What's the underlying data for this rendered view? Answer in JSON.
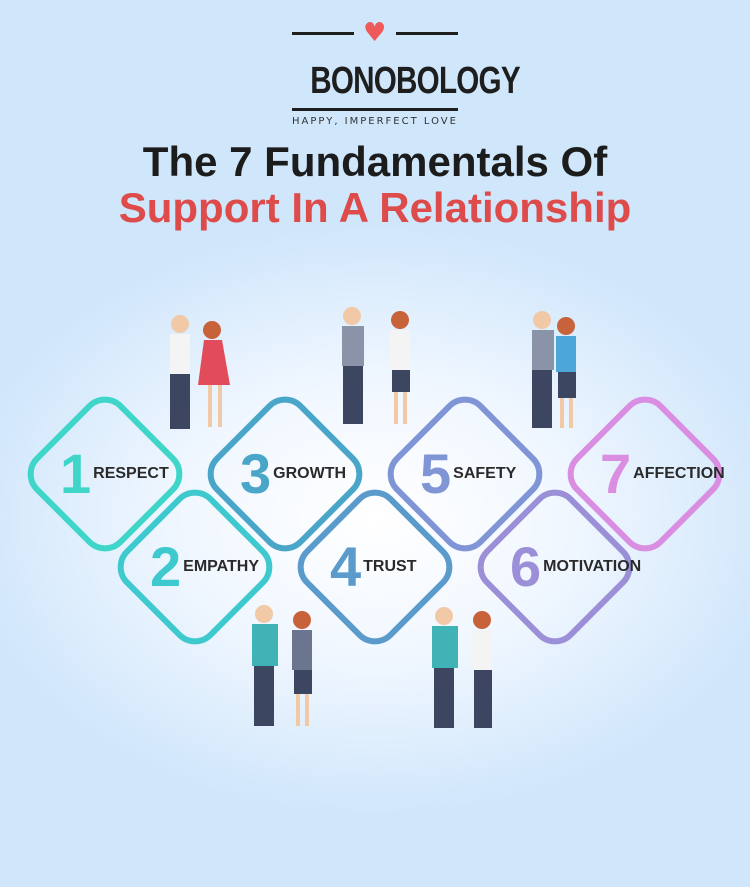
{
  "logo": {
    "name": "BONOBOLOGY",
    "tagline": "HAPPY,  IMPERFECT LOVE",
    "heart_color": "#ee5a5a"
  },
  "title": {
    "line1": "The 7 Fundamentals Of",
    "line2": "Support In A Relationship"
  },
  "fundamentals": [
    {
      "number": "1",
      "label": "RESPECT",
      "color": "#3fd6c9"
    },
    {
      "number": "2",
      "label": "EMPATHY",
      "color": "#3ec9cf"
    },
    {
      "number": "3",
      "label": "GROWTH",
      "color": "#4aa6c9"
    },
    {
      "number": "4",
      "label": "TRUST",
      "color": "#5a9bcc"
    },
    {
      "number": "5",
      "label": "SAFETY",
      "color": "#7f95d6"
    },
    {
      "number": "6",
      "label": "MOTIVATION",
      "color": "#9b8fd8"
    },
    {
      "number": "7",
      "label": "AFFECTION",
      "color": "#d98ee2"
    }
  ]
}
